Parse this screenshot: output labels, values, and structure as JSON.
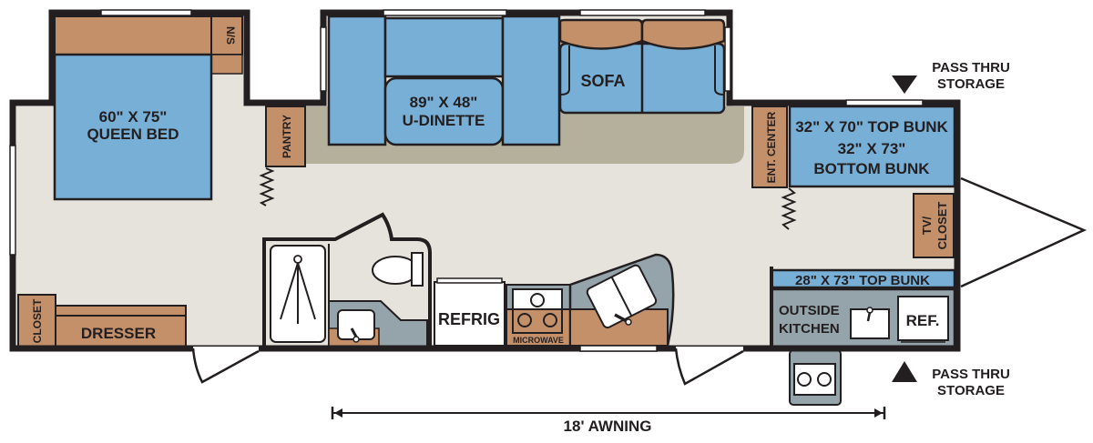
{
  "floorplan": {
    "colors": {
      "floor": "#e6e3dc",
      "slide_floor": "#b5b09c",
      "furniture_blue": "#78afd6",
      "cabinet_tan": "#c4906a",
      "counter_gray": "#95a3ab",
      "wall": "#231f20",
      "window": "#ffffff"
    },
    "rooms": {
      "queen_bed": {
        "line1": "60\" X 75\"",
        "line2": "QUEEN BED"
      },
      "nightstand": "N/S",
      "pantry": "PANTRY",
      "dinette": {
        "line1": "89\" X 48\"",
        "line2": "U-DINETTE"
      },
      "sofa": "SOFA",
      "ent_center": "ENT. CENTER",
      "bunks": {
        "line1": "32\" X 70\" TOP BUNK",
        "line2": "32\" X 73\"",
        "line3": "BOTTOM BUNK"
      },
      "tv_closet": {
        "line1": "TV/",
        "line2": "CLOSET"
      },
      "top_bunk_2": "28\" X 73\" TOP BUNK",
      "outside_kitchen": {
        "line1": "OUTSIDE",
        "line2": "KITCHEN"
      },
      "outside_ref": "REF.",
      "closet": "CLOSET",
      "dresser": "DRESSER",
      "refrig": "REFRIG",
      "microwave": "MICROWAVE"
    },
    "annotations": {
      "pass_thru_top": {
        "line1": "PASS THRU",
        "line2": "STORAGE"
      },
      "pass_thru_bottom": {
        "line1": "PASS THRU",
        "line2": "STORAGE"
      },
      "awning": "18' AWNING"
    }
  }
}
